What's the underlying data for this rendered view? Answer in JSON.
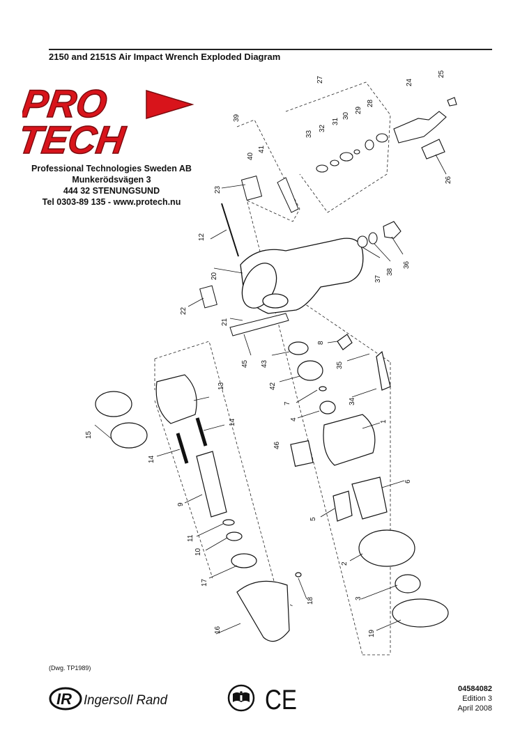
{
  "header": {
    "title": "2150 and 2151S Air Impact Wrench Exploded Diagram"
  },
  "logo": {
    "line1": "PRO",
    "line2": "TECH",
    "color": "#d8141b"
  },
  "company": {
    "name": "Professional Technologies Sweden AB",
    "street": "Munkerödsvägen 3",
    "city": "444 32 STENUNGSUND",
    "contact": "Tel 0303-89 135  -  www.protech.nu"
  },
  "parts": [
    "1",
    "2",
    "3",
    "4",
    "5",
    "6",
    "7",
    "8",
    "9",
    "10",
    "11",
    "12",
    "13",
    "14",
    "14",
    "15",
    "16",
    "17",
    "18",
    "19",
    "20",
    "21",
    "22",
    "23",
    "24",
    "25",
    "26",
    "27",
    "28",
    "29",
    "30",
    "31",
    "32",
    "33",
    "34",
    "35",
    "36",
    "37",
    "38",
    "39",
    "40",
    "41",
    "42",
    "43",
    "45",
    "46"
  ],
  "footer": {
    "drawing": "(Dwg. TP1989)",
    "brand": "Ingersoll Rand",
    "brand_mark": "IR",
    "doc_number": "04584082",
    "edition": "Edition 3",
    "date": "April 2008",
    "ce": "CE"
  }
}
